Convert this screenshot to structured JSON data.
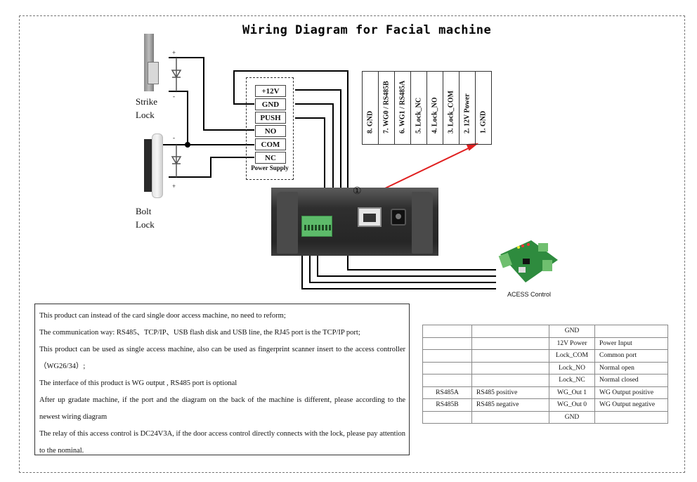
{
  "title": "Wiring Diagram for Facial machine",
  "strike_lock": {
    "line1": "Strike",
    "line2": "Lock",
    "plus": "+",
    "minus": "-"
  },
  "bolt_lock": {
    "line1": "Bolt",
    "line2": "Lock",
    "plus": "+",
    "minus": "-"
  },
  "power_supply": {
    "terminals": [
      "+12V",
      "GND",
      "PUSH",
      "NO",
      "COM",
      "NC"
    ],
    "label": "Power Supply"
  },
  "pin_header": [
    "8.  GND",
    "7.  WG0 / RS485B",
    "6.  WG1 / RS485A",
    "5.  Lock_NC",
    "4.  Lock_NO",
    "3.  Lock_COM",
    "2.  12V Power",
    "1.  GND"
  ],
  "pin_marker": "①",
  "arrow_color": "#e02020",
  "access_control_label": "ACESS Control",
  "notes": [
    "This product can instead of the card single door access machine, no need to reform;",
    "The communication way: RS485、TCP/IP、USB flash disk and USB line, the RJ45 port is the TCP/IP port;",
    "This product can be used as single access machine, also can be used as fingerprint scanner insert to the access controller（WG26/34）;",
    "The interface of this product is WG output , RS485 port is optional",
    "After up gradate machine, if the port and the diagram on the back of the machine is different, please according to the newest wiring diagram",
    "The relay of this access control is DC24V3A, if the door access control directly connects with the lock, please pay attention to the nominal."
  ],
  "pin_table": [
    [
      "",
      "",
      "GND",
      ""
    ],
    [
      "",
      "",
      "12V Power",
      "Power Input"
    ],
    [
      "",
      "",
      "Lock_COM",
      "Common port"
    ],
    [
      "",
      "",
      "Lock_NO",
      "Normal open"
    ],
    [
      "",
      "",
      "Lock_NC",
      "Normal closed"
    ],
    [
      "RS485A",
      "RS485 positive",
      "WG_Out 1",
      "WG Output positive"
    ],
    [
      "RS485B",
      "RS485 negative",
      "WG_Out 0",
      "WG Output    negative"
    ],
    [
      "",
      "",
      "GND",
      ""
    ]
  ]
}
